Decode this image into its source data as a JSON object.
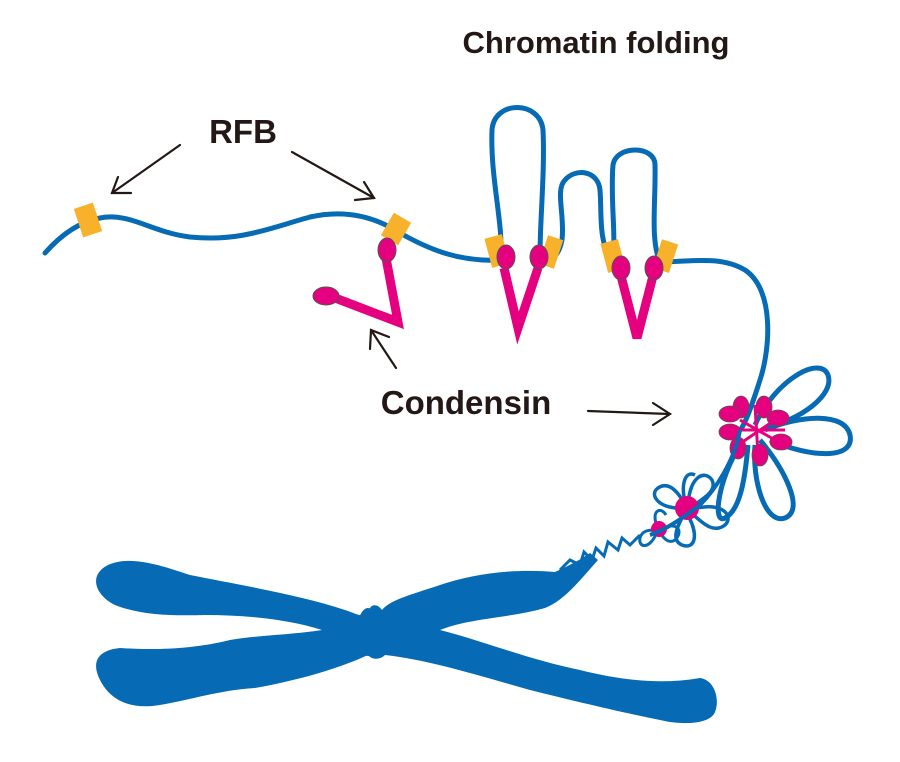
{
  "title": "Chromatin folding",
  "labels": {
    "rfb": "RFB",
    "condensin": "Condensin"
  },
  "colors": {
    "chromatin": "#066bb4",
    "condensin": "#e4007f",
    "rfb": "#f7b12a",
    "text": "#231815",
    "background": "#ffffff"
  },
  "components": [
    {
      "name": "RFB",
      "description": "Replication fork barrier sites on chromatin strand"
    },
    {
      "name": "Condensin",
      "description": "Condensin complexes forming loops at RFB sites"
    },
    {
      "name": "Chromatin loops",
      "description": "Loops extruded by condensin"
    },
    {
      "name": "Rosette",
      "description": "Condensin cluster with radiating loops"
    },
    {
      "name": "Mitotic chromosome",
      "description": "Fully condensed X-shaped chromosome"
    }
  ]
}
